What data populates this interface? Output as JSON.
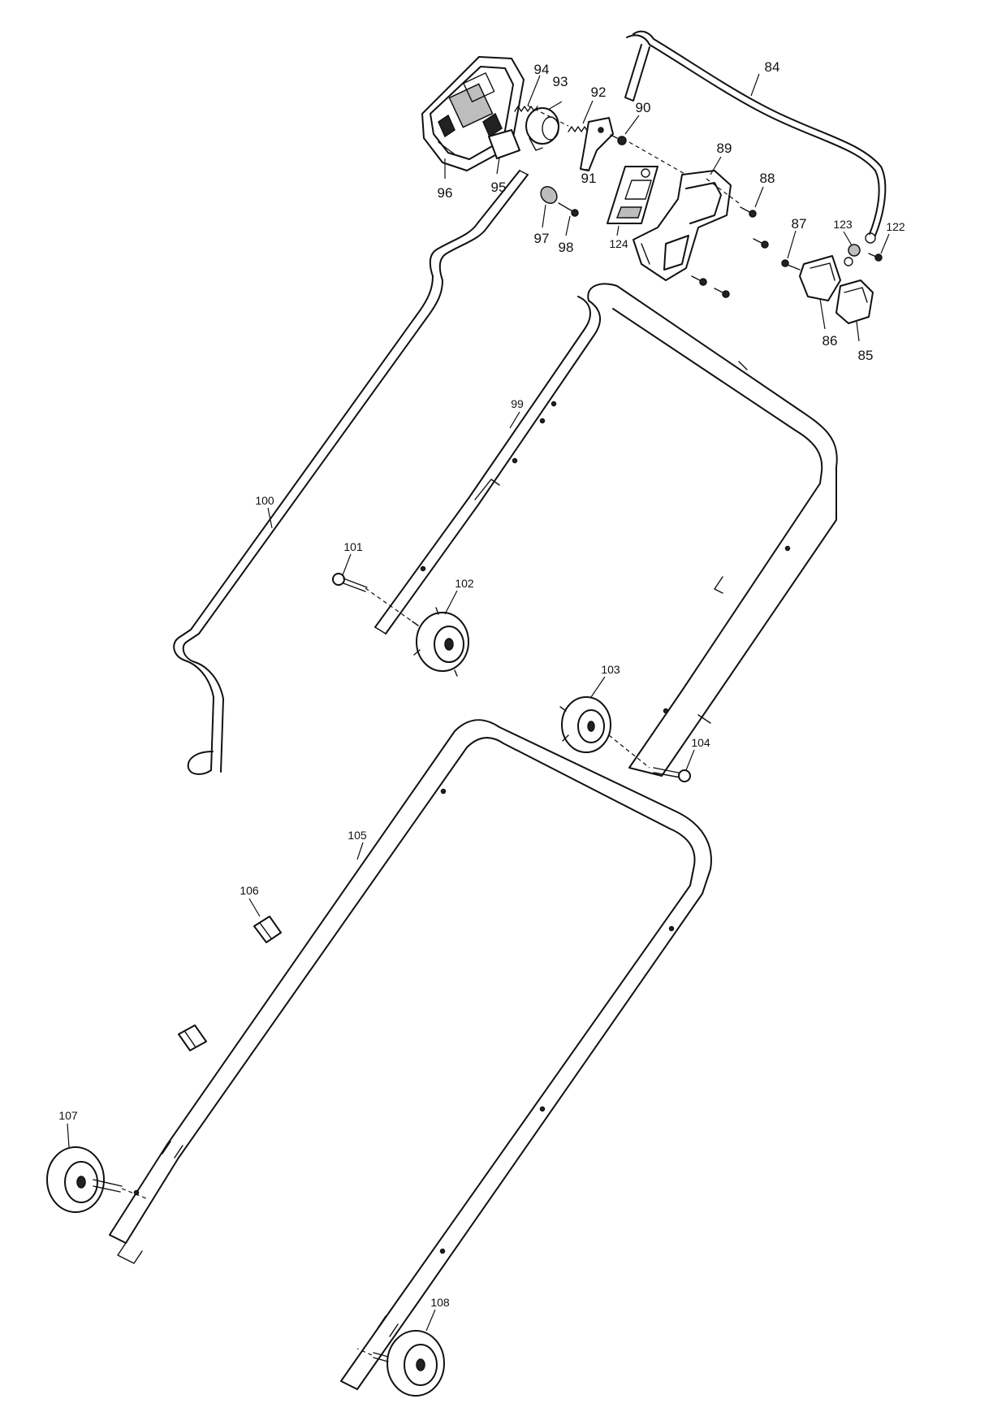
{
  "diagram": {
    "type": "exploded-parts-view",
    "callouts": [
      {
        "id": "84",
        "label": "84"
      },
      {
        "id": "85",
        "label": "85"
      },
      {
        "id": "86",
        "label": "86"
      },
      {
        "id": "87",
        "label": "87"
      },
      {
        "id": "88",
        "label": "88"
      },
      {
        "id": "89",
        "label": "89"
      },
      {
        "id": "90",
        "label": "90"
      },
      {
        "id": "91",
        "label": "91"
      },
      {
        "id": "92",
        "label": "92"
      },
      {
        "id": "93",
        "label": "93"
      },
      {
        "id": "94",
        "label": "94"
      },
      {
        "id": "95",
        "label": "95"
      },
      {
        "id": "96",
        "label": "96"
      },
      {
        "id": "97",
        "label": "97"
      },
      {
        "id": "98",
        "label": "98"
      },
      {
        "id": "99",
        "label": "99"
      },
      {
        "id": "100",
        "label": "100"
      },
      {
        "id": "101",
        "label": "101"
      },
      {
        "id": "102",
        "label": "102"
      },
      {
        "id": "103",
        "label": "103"
      },
      {
        "id": "104",
        "label": "104"
      },
      {
        "id": "105",
        "label": "105"
      },
      {
        "id": "106",
        "label": "106"
      },
      {
        "id": "107",
        "label": "107"
      },
      {
        "id": "108",
        "label": "108"
      },
      {
        "id": "122",
        "label": "122"
      },
      {
        "id": "123",
        "label": "123"
      },
      {
        "id": "124",
        "label": "124"
      }
    ]
  }
}
